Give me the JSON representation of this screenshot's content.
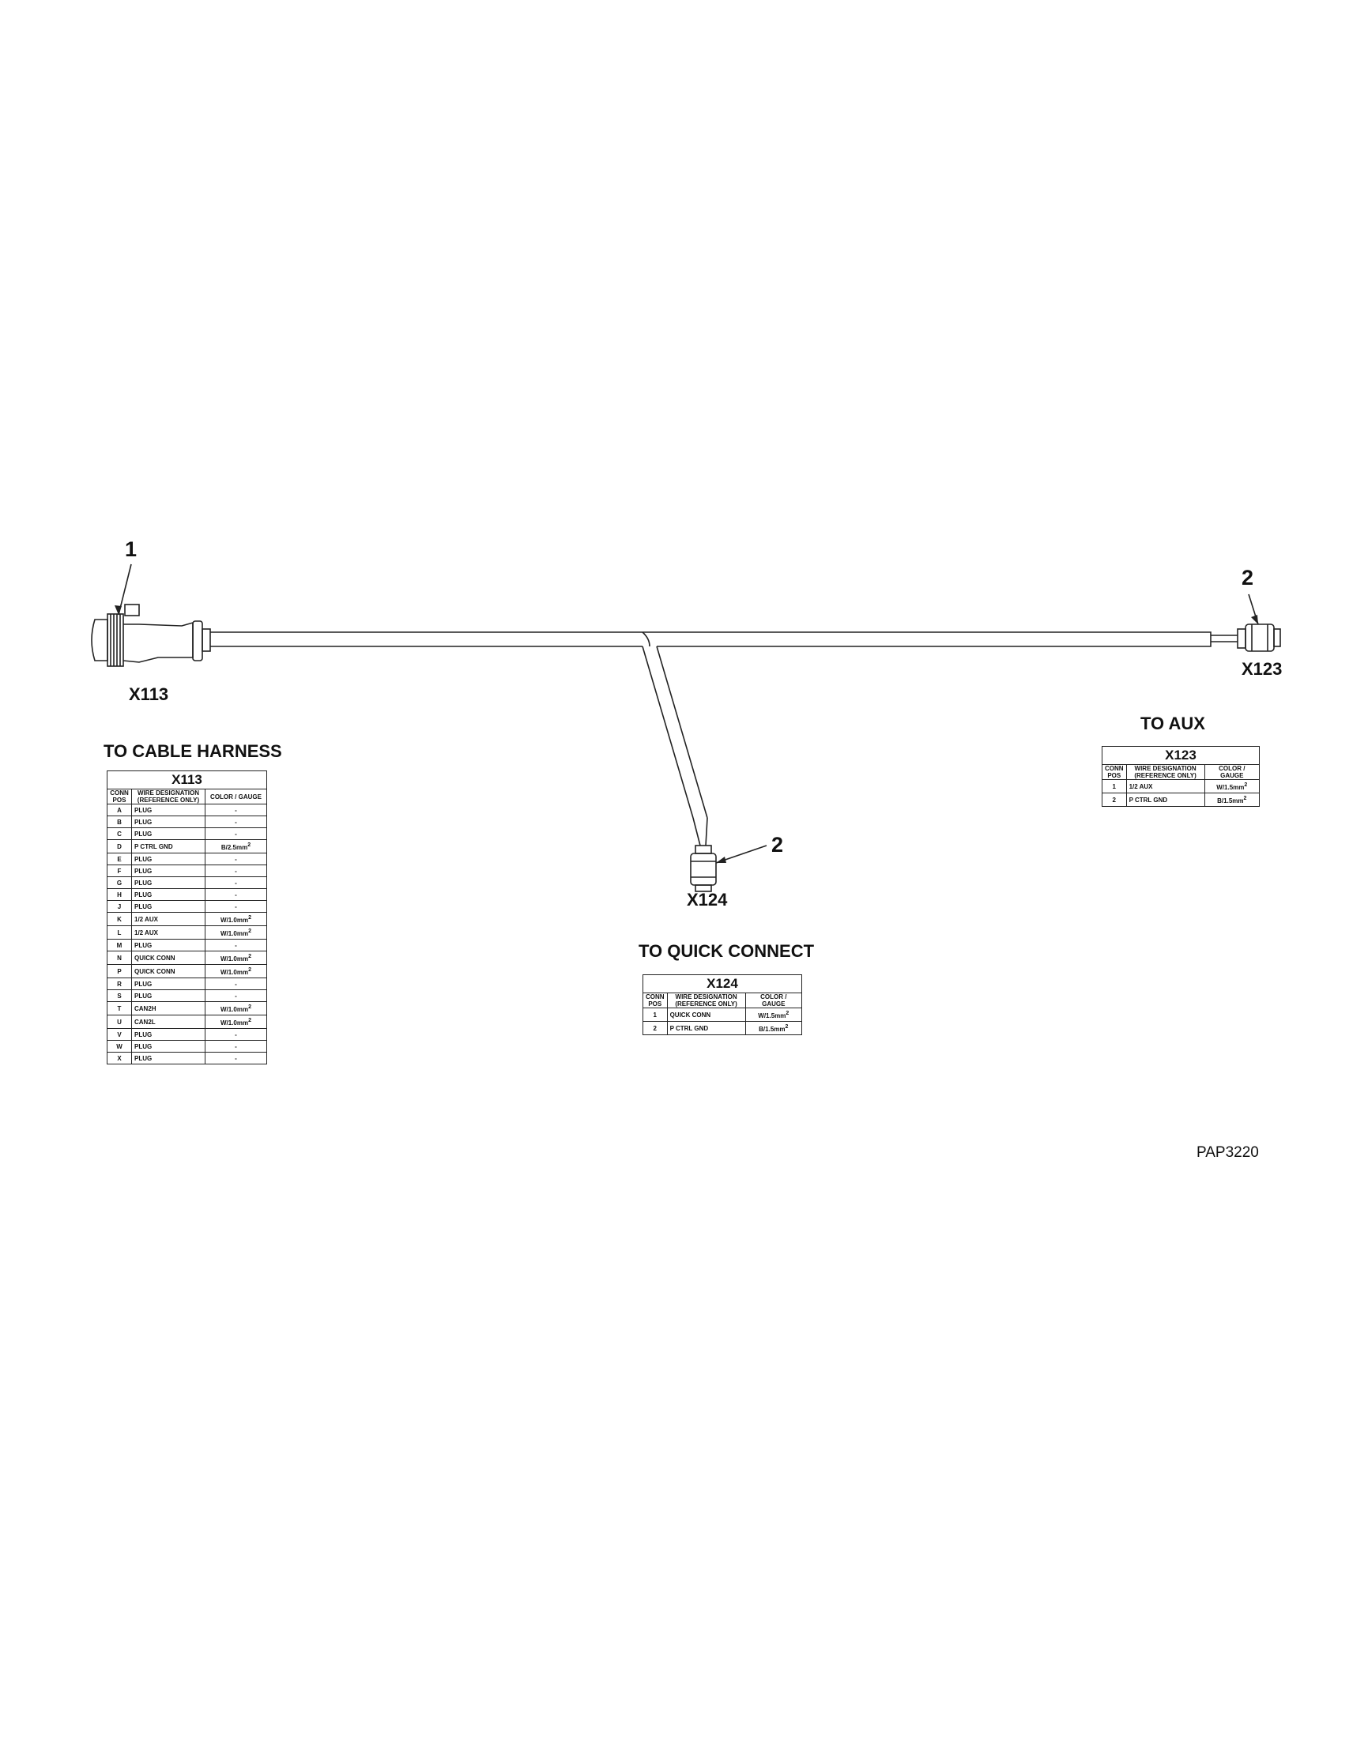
{
  "callouts": {
    "c1": "1",
    "c2_x123": "2",
    "c2_x124": "2"
  },
  "connectors": {
    "x113": "X113",
    "x123": "X123",
    "x124": "X124"
  },
  "sections": {
    "cable_harness": "TO CABLE HARNESS",
    "aux": "TO AUX",
    "quick_connect": "TO QUICK CONNECT"
  },
  "headers": {
    "conn_pos": "CONN POS",
    "wire_designation": "WIRE DESIGNATION (REFERENCE ONLY)",
    "color_gauge": "COLOR / GAUGE"
  },
  "tables": {
    "x113": {
      "title": "X113",
      "rows": [
        {
          "pos": "A",
          "wire": "PLUG",
          "gauge": "-"
        },
        {
          "pos": "B",
          "wire": "PLUG",
          "gauge": "-"
        },
        {
          "pos": "C",
          "wire": "PLUG",
          "gauge": "-"
        },
        {
          "pos": "D",
          "wire": "P CTRL GND",
          "gauge": "B/2.5mm",
          "sup": "2"
        },
        {
          "pos": "E",
          "wire": "PLUG",
          "gauge": "-"
        },
        {
          "pos": "F",
          "wire": "PLUG",
          "gauge": "-"
        },
        {
          "pos": "G",
          "wire": "PLUG",
          "gauge": "-"
        },
        {
          "pos": "H",
          "wire": "PLUG",
          "gauge": "-"
        },
        {
          "pos": "J",
          "wire": "PLUG",
          "gauge": "-"
        },
        {
          "pos": "K",
          "wire": "1/2 AUX",
          "gauge": "W/1.0mm",
          "sup": "2"
        },
        {
          "pos": "L",
          "wire": "1/2 AUX",
          "gauge": "W/1.0mm",
          "sup": "2"
        },
        {
          "pos": "M",
          "wire": "PLUG",
          "gauge": "-"
        },
        {
          "pos": "N",
          "wire": "QUICK CONN",
          "gauge": "W/1.0mm",
          "sup": "2"
        },
        {
          "pos": "P",
          "wire": "QUICK CONN",
          "gauge": "W/1.0mm",
          "sup": "2"
        },
        {
          "pos": "R",
          "wire": "PLUG",
          "gauge": "-"
        },
        {
          "pos": "S",
          "wire": "PLUG",
          "gauge": "-"
        },
        {
          "pos": "T",
          "wire": "CAN2H",
          "gauge": "W/1.0mm",
          "sup": "2"
        },
        {
          "pos": "U",
          "wire": "CAN2L",
          "gauge": "W/1.0mm",
          "sup": "2"
        },
        {
          "pos": "V",
          "wire": "PLUG",
          "gauge": "-"
        },
        {
          "pos": "W",
          "wire": "PLUG",
          "gauge": "-"
        },
        {
          "pos": "X",
          "wire": "PLUG",
          "gauge": "-"
        }
      ]
    },
    "x123": {
      "title": "X123",
      "rows": [
        {
          "pos": "1",
          "wire": "1/2 AUX",
          "gauge": "W/1.5mm",
          "sup": "2"
        },
        {
          "pos": "2",
          "wire": "P CTRL GND",
          "gauge": "B/1.5mm",
          "sup": "2"
        }
      ]
    },
    "x124": {
      "title": "X124",
      "rows": [
        {
          "pos": "1",
          "wire": "QUICK CONN",
          "gauge": "W/1.5mm",
          "sup": "2"
        },
        {
          "pos": "2",
          "wire": "P CTRL GND",
          "gauge": "B/1.5mm",
          "sup": "2"
        }
      ]
    }
  },
  "figure_id": "PAP3220"
}
